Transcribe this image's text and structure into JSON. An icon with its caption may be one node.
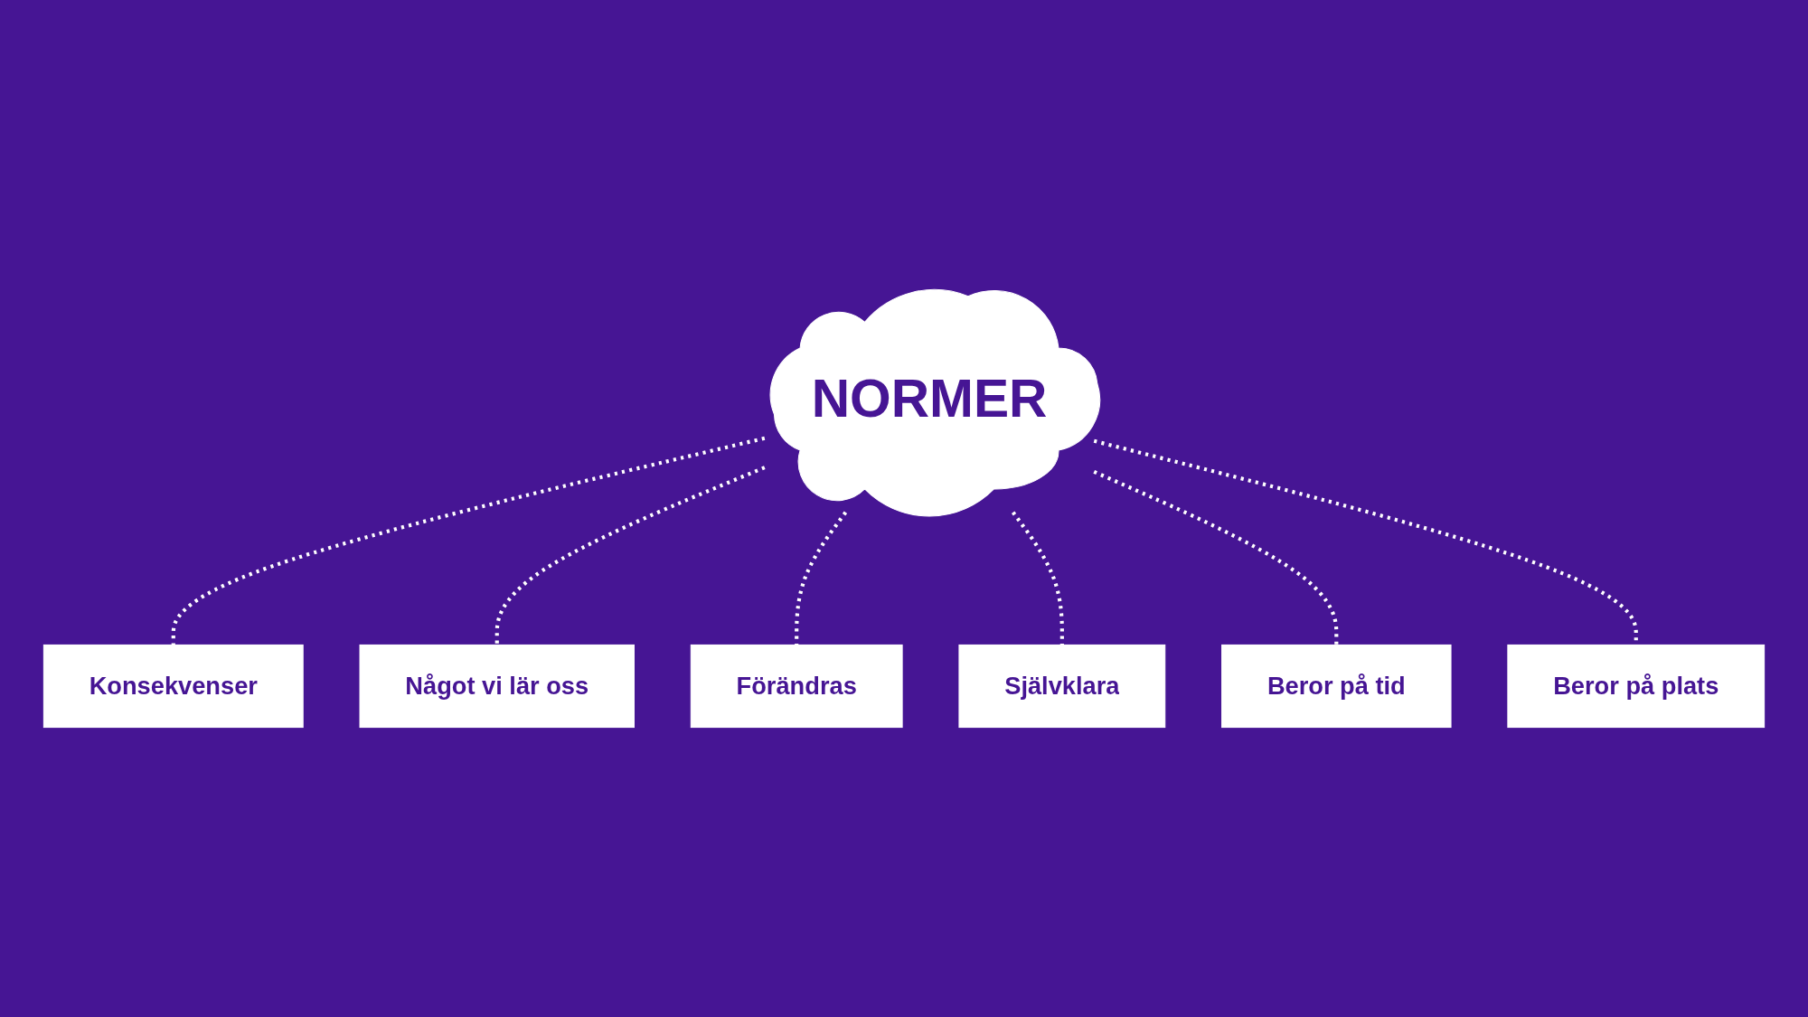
{
  "diagram": {
    "nodes": [
      {
        "text": [
          "NORMER"
        ]
      },
      {
        "text": [
          "Konsekvenser"
        ]
      },
      {
        "text": [
          "Något vi lär oss"
        ]
      },
      {
        "text": [
          "Förändras"
        ]
      },
      {
        "text": [
          "Självklara"
        ]
      },
      {
        "text": [
          "Beror på tid"
        ]
      },
      {
        "text": [
          "Beror på plats"
        ]
      }
    ],
    "edges": [
      {
        "from": 0,
        "to": 1,
        "arrow": "none",
        "style": "dashed"
      },
      {
        "from": 0,
        "to": 2,
        "arrow": "none",
        "style": "dashed"
      },
      {
        "from": 0,
        "to": 3,
        "arrow": "none",
        "style": "dashed"
      },
      {
        "from": 0,
        "to": 4,
        "arrow": "none",
        "style": "dashed"
      },
      {
        "from": 0,
        "to": 5,
        "arrow": "none",
        "style": "dashed"
      },
      {
        "from": 0,
        "to": 6,
        "arrow": "none",
        "style": "dashed"
      }
    ]
  }
}
